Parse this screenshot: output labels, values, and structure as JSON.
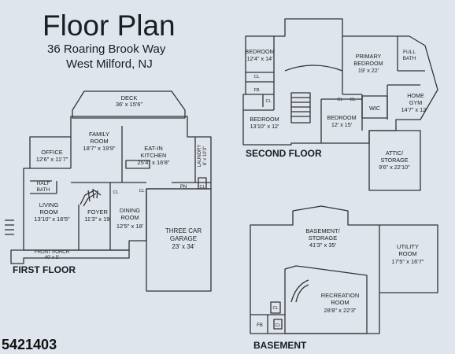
{
  "header": {
    "title": "Floor Plan",
    "address_line1": "36 Roaring Brook Way",
    "address_line2": "West Milford, NJ"
  },
  "floor_labels": {
    "first": "FIRST FLOOR",
    "second": "SECOND FLOOR",
    "basement": "BASEMENT"
  },
  "rooms": {
    "deck": [
      "DECK",
      "36' x 15'6\""
    ],
    "family_room": [
      "FAMILY",
      "ROOM",
      "18'7\" x 19'9\""
    ],
    "eat_in_kitchen": [
      "EAT-IN",
      "KITCHEN",
      "25'4\" x 16'8\""
    ],
    "office": [
      "OFFICE",
      "12'6\" x 11'7\""
    ],
    "laundry": [
      "LAUNDRY",
      "6' x 10'3\""
    ],
    "half_bath": [
      "HALF",
      "BATH"
    ],
    "living_room": [
      "LIVING",
      "ROOM",
      "13'10\" x 16'5\""
    ],
    "foyer": [
      "FOYER",
      "11'3\" x 19'"
    ],
    "dining_room": [
      "DINING",
      "ROOM",
      "12'5\" x 18'"
    ],
    "garage": [
      "THREE CAR",
      "GARAGE",
      "23' x 34'"
    ],
    "front_porch": [
      "FRONT PORCH",
      "40' x 5'"
    ],
    "bedroom_nw": [
      "BEDROOM",
      "12'4\" x 14'"
    ],
    "bedroom_sw": [
      "BEDROOM",
      "13'10\" x 12'"
    ],
    "bedroom_s": [
      "BEDROOM",
      "12' x 15'"
    ],
    "primary_bedroom": [
      "PRIMARY",
      "BEDROOM",
      "19' x 22'"
    ],
    "full_bath": [
      "FULL",
      "BATH"
    ],
    "home_gym": [
      "HOME",
      "GYM",
      "14'7\" x 12'"
    ],
    "wic": [
      "WIC"
    ],
    "attic": [
      "ATTIC/",
      "STORAGE",
      "9'6\" x 22'10\""
    ],
    "basement_storage": [
      "BASEMENT/",
      "STORAGE",
      "41'3\" x 35'"
    ],
    "utility_room": [
      "UTILITY",
      "ROOM",
      "17'5\" x 16'7\""
    ],
    "recreation_room": [
      "RECREATION",
      "ROOM",
      "28'8\" x 22'3\""
    ]
  },
  "small_labels": {
    "cl": "CL",
    "fb": "FB",
    "pn": "PN"
  },
  "mls_number": "5421403"
}
